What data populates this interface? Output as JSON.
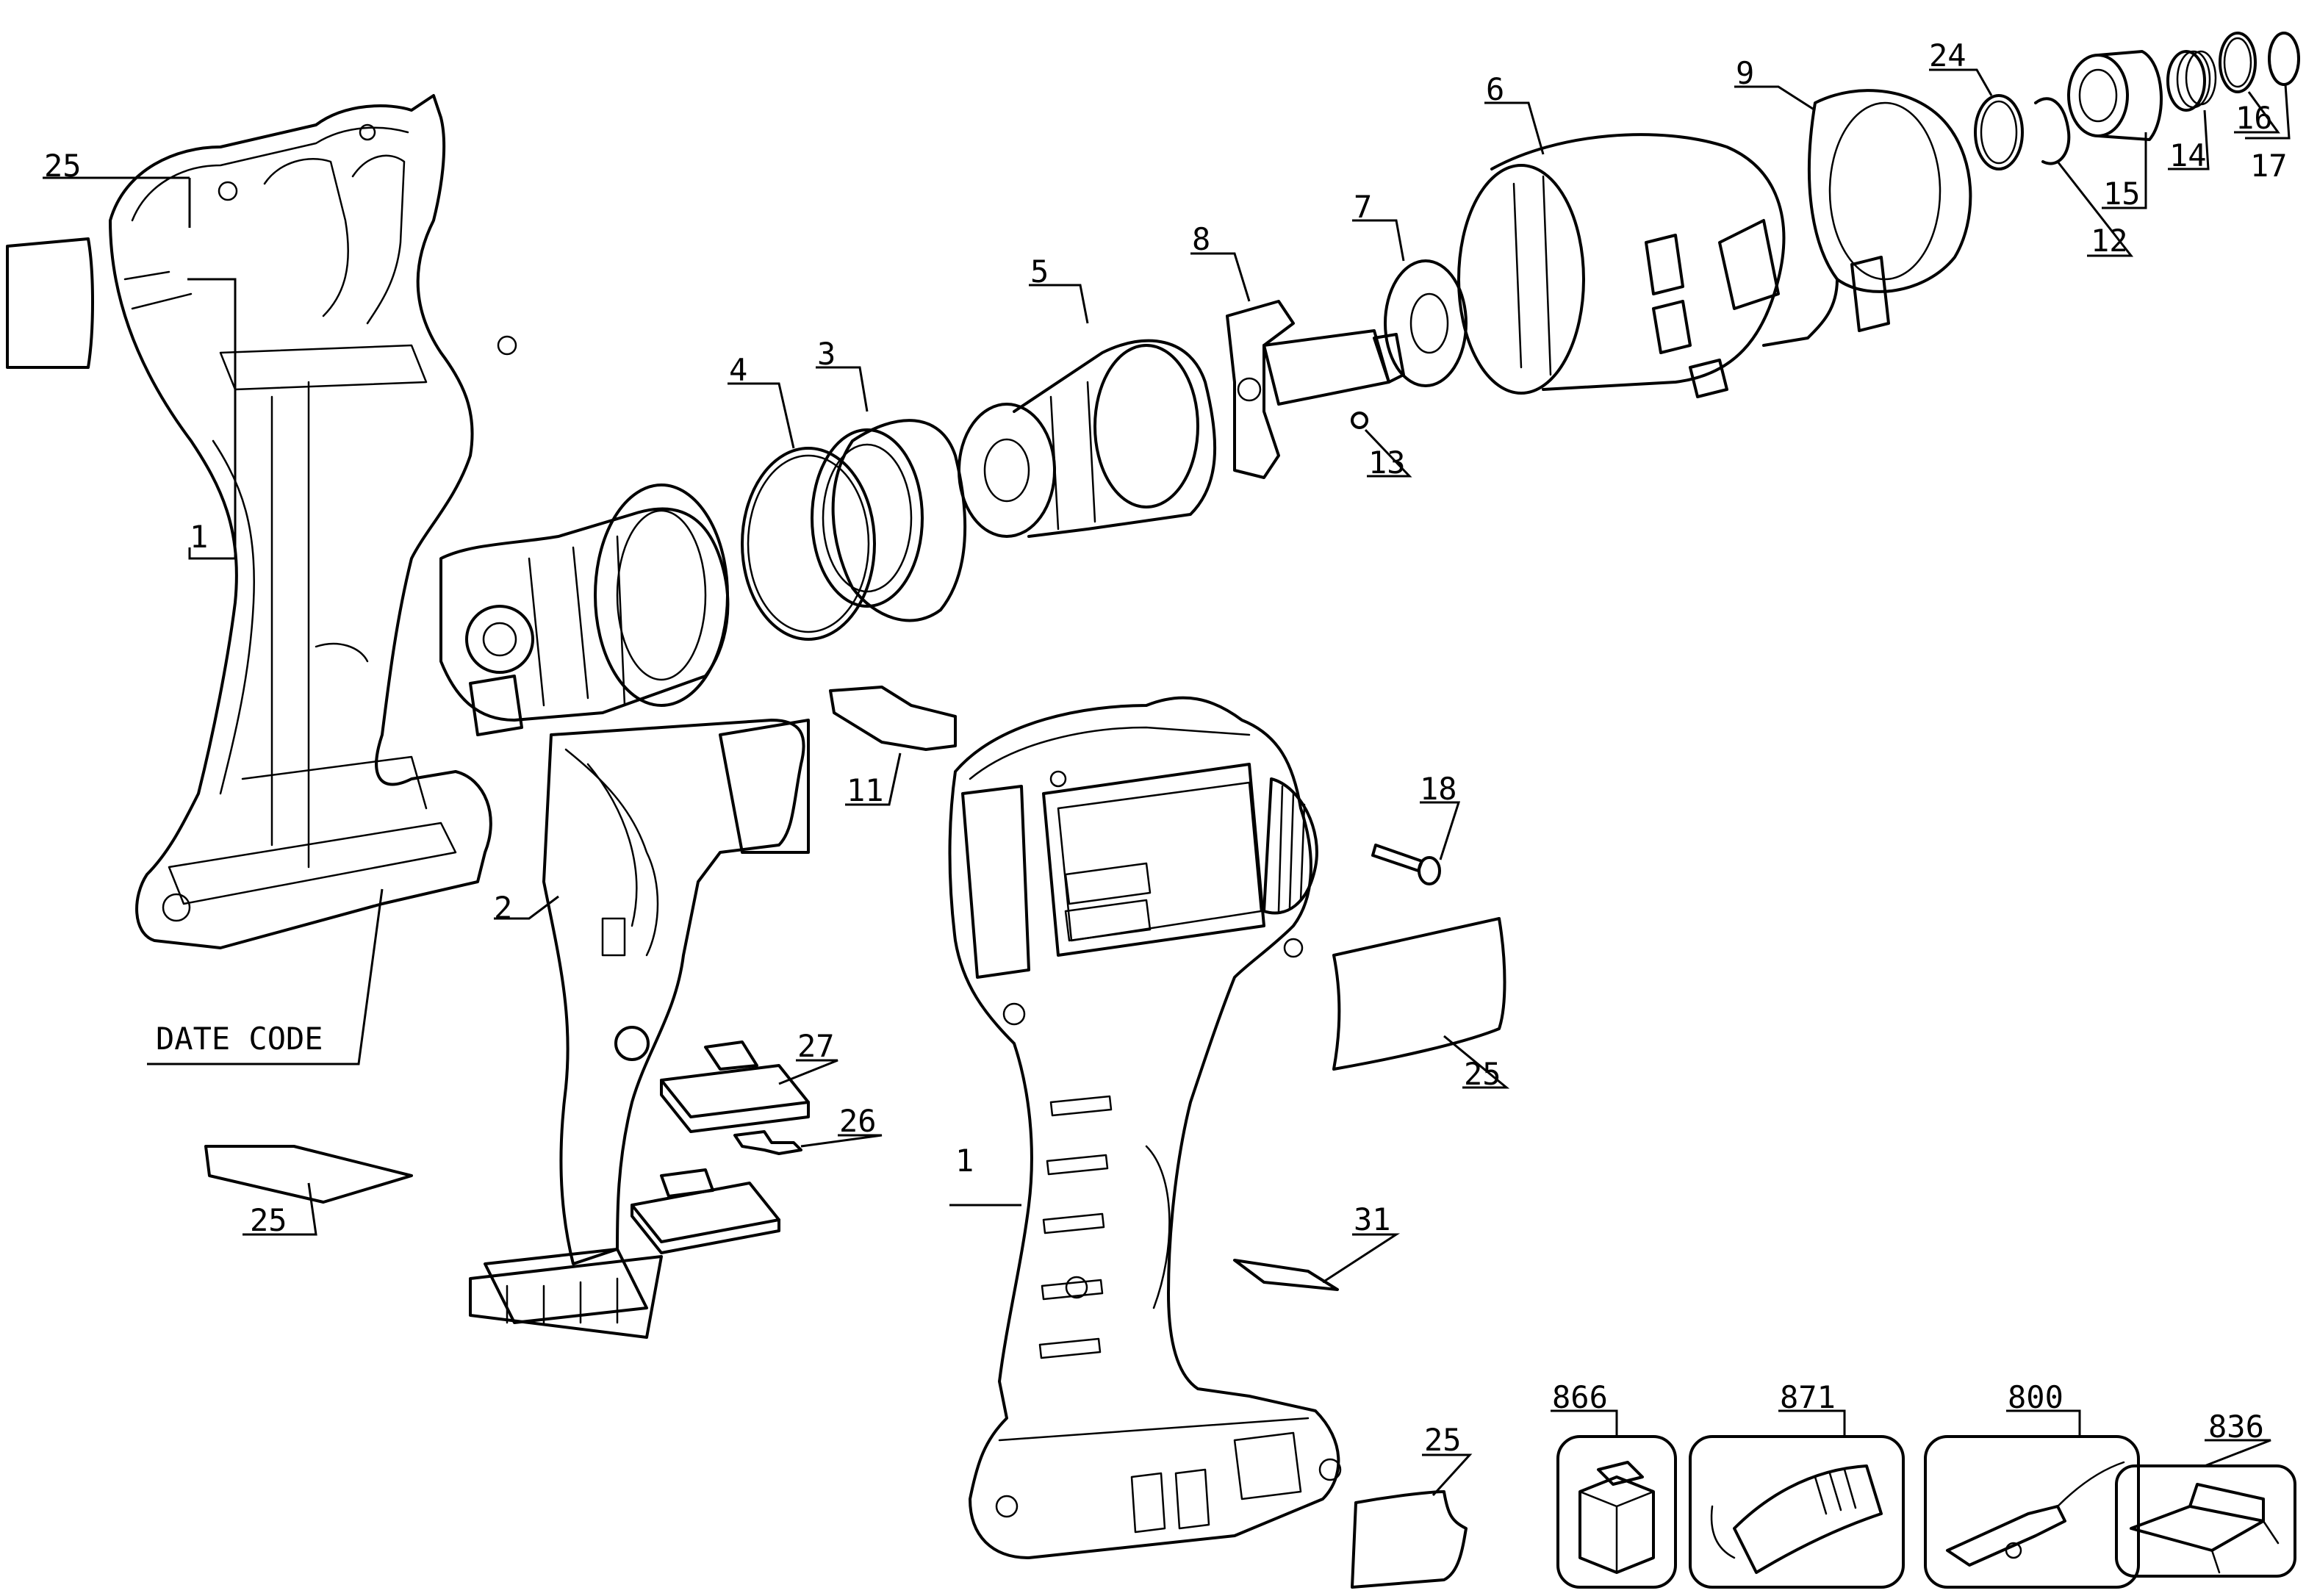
{
  "diagram": {
    "labels": {
      "l1a": "1",
      "l1b": "1",
      "l2": "2",
      "l3": "3",
      "l4": "4",
      "l5": "5",
      "l6": "6",
      "l7": "7",
      "l8": "8",
      "l9": "9",
      "l11": "11",
      "l12": "12",
      "l13": "13",
      "l14": "14",
      "l15": "15",
      "l16": "16",
      "l17": "17",
      "l18": "18",
      "l24": "24",
      "l25a": "25",
      "l25b": "25",
      "l25c": "25",
      "l25d": "25",
      "l26": "26",
      "l27": "27",
      "l31": "31",
      "date_code": "DATE CODE",
      "l866": "866",
      "l871": "871",
      "l800": "800",
      "l836": "836"
    }
  }
}
